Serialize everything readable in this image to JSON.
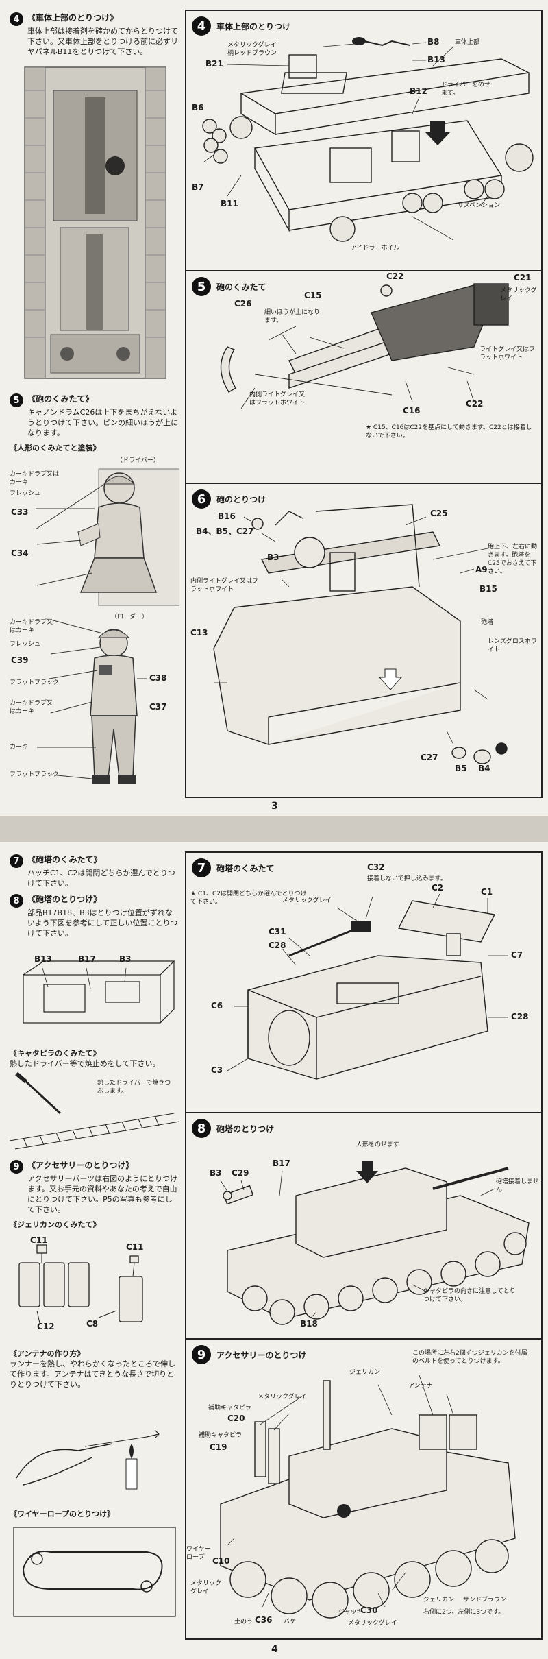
{
  "page3": {
    "page_number": "3",
    "left": {
      "step4": {
        "num": "4",
        "title": "《車体上部のとりつけ》",
        "body": "車体上部は接着剤を確かめてからとりつけて下さい。又車体上部をとりつける前に必ずリヤパネルB11をとりつけて下さい。"
      },
      "step5": {
        "num": "5",
        "title": "《砲のくみたて》",
        "body": "キャノンドラムC26は上下をまちがえないようとりつけて下さい。ピンの細いほうが上になります。"
      },
      "figures_title": "《人形のくみたてと塗装》",
      "driver": {
        "caption": "（ドライバー）",
        "c1": "カーキドラブ又はカーキ",
        "c2": "フレッシュ",
        "c33": "C33",
        "c34": "C34"
      },
      "loader": {
        "caption": "（ローダー）",
        "c1": "カーキドラブ又はカーキ",
        "c2": "フレッシュ",
        "c39": "C39",
        "c38": "C38",
        "c3": "フラットブラック",
        "c4": "カーキドラブ又はカーキ",
        "c37": "C37",
        "c5": "カーキ",
        "c6": "フラットブラック"
      }
    },
    "right": {
      "panel4": {
        "num": "4",
        "title": "車体上部のとりつけ",
        "gray": "メタリックグレイ",
        "red": "柄レッドブラウン",
        "B8": "B8",
        "B13": "B13",
        "B21": "B21",
        "B6": "B6",
        "B12": "B12",
        "B7": "B7",
        "B11": "B11",
        "upper": "車体上部",
        "driver_note": "ドライバーをのせます。",
        "idler": "アイドラーホイル",
        "suspension": "サスペンション"
      },
      "panel5": {
        "num": "5",
        "title": "砲のくみたて",
        "C22": "C22",
        "C21": "C21",
        "C15": "C15",
        "C26": "C26",
        "C16": "C16",
        "C22b": "C22",
        "pin_note": "細いほうが上になります。",
        "metal": "メタリックグレイ",
        "lightgray": "ライトグレイ又はフラットホワイト",
        "inner": "内側ライトグレイ又はフラットホワイト",
        "note": "★ C15、C16はC22を基点にして動きます。C22とは接着しないで下さい。"
      },
      "panel6": {
        "num": "6",
        "title": "砲のとりつけ",
        "B16": "B16",
        "B4B5C27": "B4、B5、C27",
        "C25": "C25",
        "B3": "B3",
        "A9": "A9",
        "B15": "B15",
        "C13": "C13",
        "C27": "C27",
        "B5": "B5",
        "B4": "B4",
        "gun_note": "砲上下、左右に動きます。砲塔をC25でおさえて下さい。",
        "inner": "内側ライトグレイ又はフラットホワイト",
        "turret": "砲塔",
        "lens": "レンズグロスホワイト"
      }
    }
  },
  "page4": {
    "page_number": "4",
    "left": {
      "step7": {
        "num": "7",
        "title": "《砲塔のくみたて》",
        "body": "ハッチC1、C2は開閉どちらか選んでとりつけて下さい。"
      },
      "step8": {
        "num": "8",
        "title": "《砲塔のとりつけ》",
        "body": "部品B17B18、B3はとりつけ位置がずれないよう下図を参考にして正しい位置にとりつけて下さい。",
        "B13": "B13",
        "B17": "B17",
        "B3": "B3"
      },
      "tracks": {
        "title": "《キャタピラのくみたて》",
        "body": "熱したドライバー等で焼止めをして下さい。",
        "note": "熱したドライバーで焼きつぶします。"
      },
      "step9": {
        "num": "9",
        "title": "《アクセサリーのとりつけ》",
        "body": "アクセサリーパーツは右図のようにとりつけます。又お手元の資料やあなたの考えで自由にとりつけて下さい。P5の写真も参考にして下さい。"
      },
      "jerrycan": {
        "title": "《ジェリカンのくみたて》",
        "C11a": "C11",
        "C11b": "C11",
        "C12": "C12",
        "C8": "C8"
      },
      "antenna": {
        "title": "《アンテナの作り方》",
        "body": "ランナーを熱し、やわらかくなったところで伸して作ります。アンテナはてきとうな長さで切りとりとりつけて下さい。"
      },
      "wire": {
        "title": "《ワイヤーロープのとりつけ》"
      }
    },
    "right": {
      "panel7": {
        "num": "7",
        "title": "砲塔のくみたて",
        "note": "★ C1、C2は開閉どちらか選んでとりつけて下さい。",
        "gray": "メタリックグレイ",
        "C32": "C32",
        "C32_note": "接着しないで押し込みます。",
        "C2": "C2",
        "C1": "C1",
        "C31": "C31",
        "C28": "C28",
        "C7": "C7",
        "C6": "C6",
        "C28b": "C28",
        "C3": "C3"
      },
      "panel8": {
        "num": "8",
        "title": "砲塔のとりつけ",
        "figure_note": "人形をのせます",
        "B3": "B3",
        "C29": "C29",
        "B17": "B17",
        "turret_note": "砲塔接着しません",
        "track_note": "キャタピラの向きに注意してとりつけて下さい。",
        "B18": "B18"
      },
      "panel9": {
        "num": "9",
        "title": "アクセサリーのとりつけ",
        "jerry_note": "この場所に左右2個ずつジェリカンを付属のベルトを使ってとりつけます。",
        "jerrycan": "ジェリカン",
        "antenna": "アンテナ",
        "gray1": "メタリックグレイ",
        "spare": "補助キャタピラ",
        "C20": "C20",
        "spare2": "補助キャタピラ",
        "C19": "C19",
        "wire_rope": "ワイヤーロープ",
        "C10": "C10",
        "gray2": "メタリックグレイ",
        "C36": "C36",
        "shovel": "土のう",
        "bucket": "バケ",
        "jack": "ジャッキ",
        "C30": "C30",
        "gray3": "メタリックグレイ",
        "jerry2": "ジェリカン",
        "sandbrown": "サンドブラウン",
        "count_note": "右側に2つ、左側に3つです。"
      }
    }
  }
}
